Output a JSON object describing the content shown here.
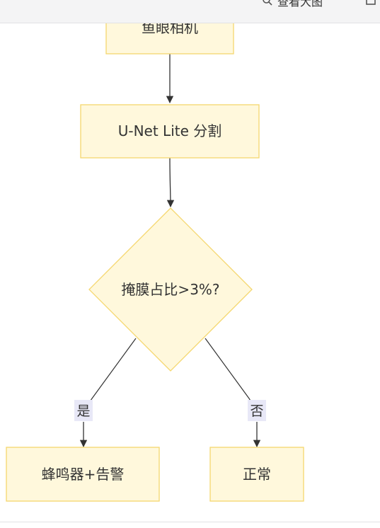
{
  "toolbar": {
    "view_large_label": "查看大图",
    "icons": {
      "view_large": "magnifier-icon",
      "right": "expand-icon"
    }
  },
  "flowchart": {
    "nodes": {
      "camera": "鱼眼相机",
      "unet": "U-Net Lite 分割",
      "decision": "掩膜占比>3%?",
      "alarm": "蜂鸣器+告警",
      "normal": "正常"
    },
    "edges": {
      "yes": "是",
      "no": "否"
    }
  },
  "colors": {
    "node_fill": "#fff8dc",
    "node_stroke": "#f5d76e",
    "edge": "#333333",
    "edge_label_bg": "#e8e8f7"
  }
}
